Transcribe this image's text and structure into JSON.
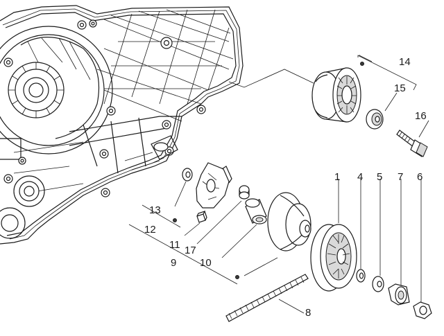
{
  "callouts": {
    "c1": "1",
    "c4": "4",
    "c5": "5",
    "c7": "7",
    "c6": "6",
    "c8": "8",
    "c9": "9",
    "c10": "10",
    "c11": "11",
    "c12": "12",
    "c13": "13",
    "c14": "14",
    "c15": "15",
    "c16": "16",
    "c17": "17"
  }
}
